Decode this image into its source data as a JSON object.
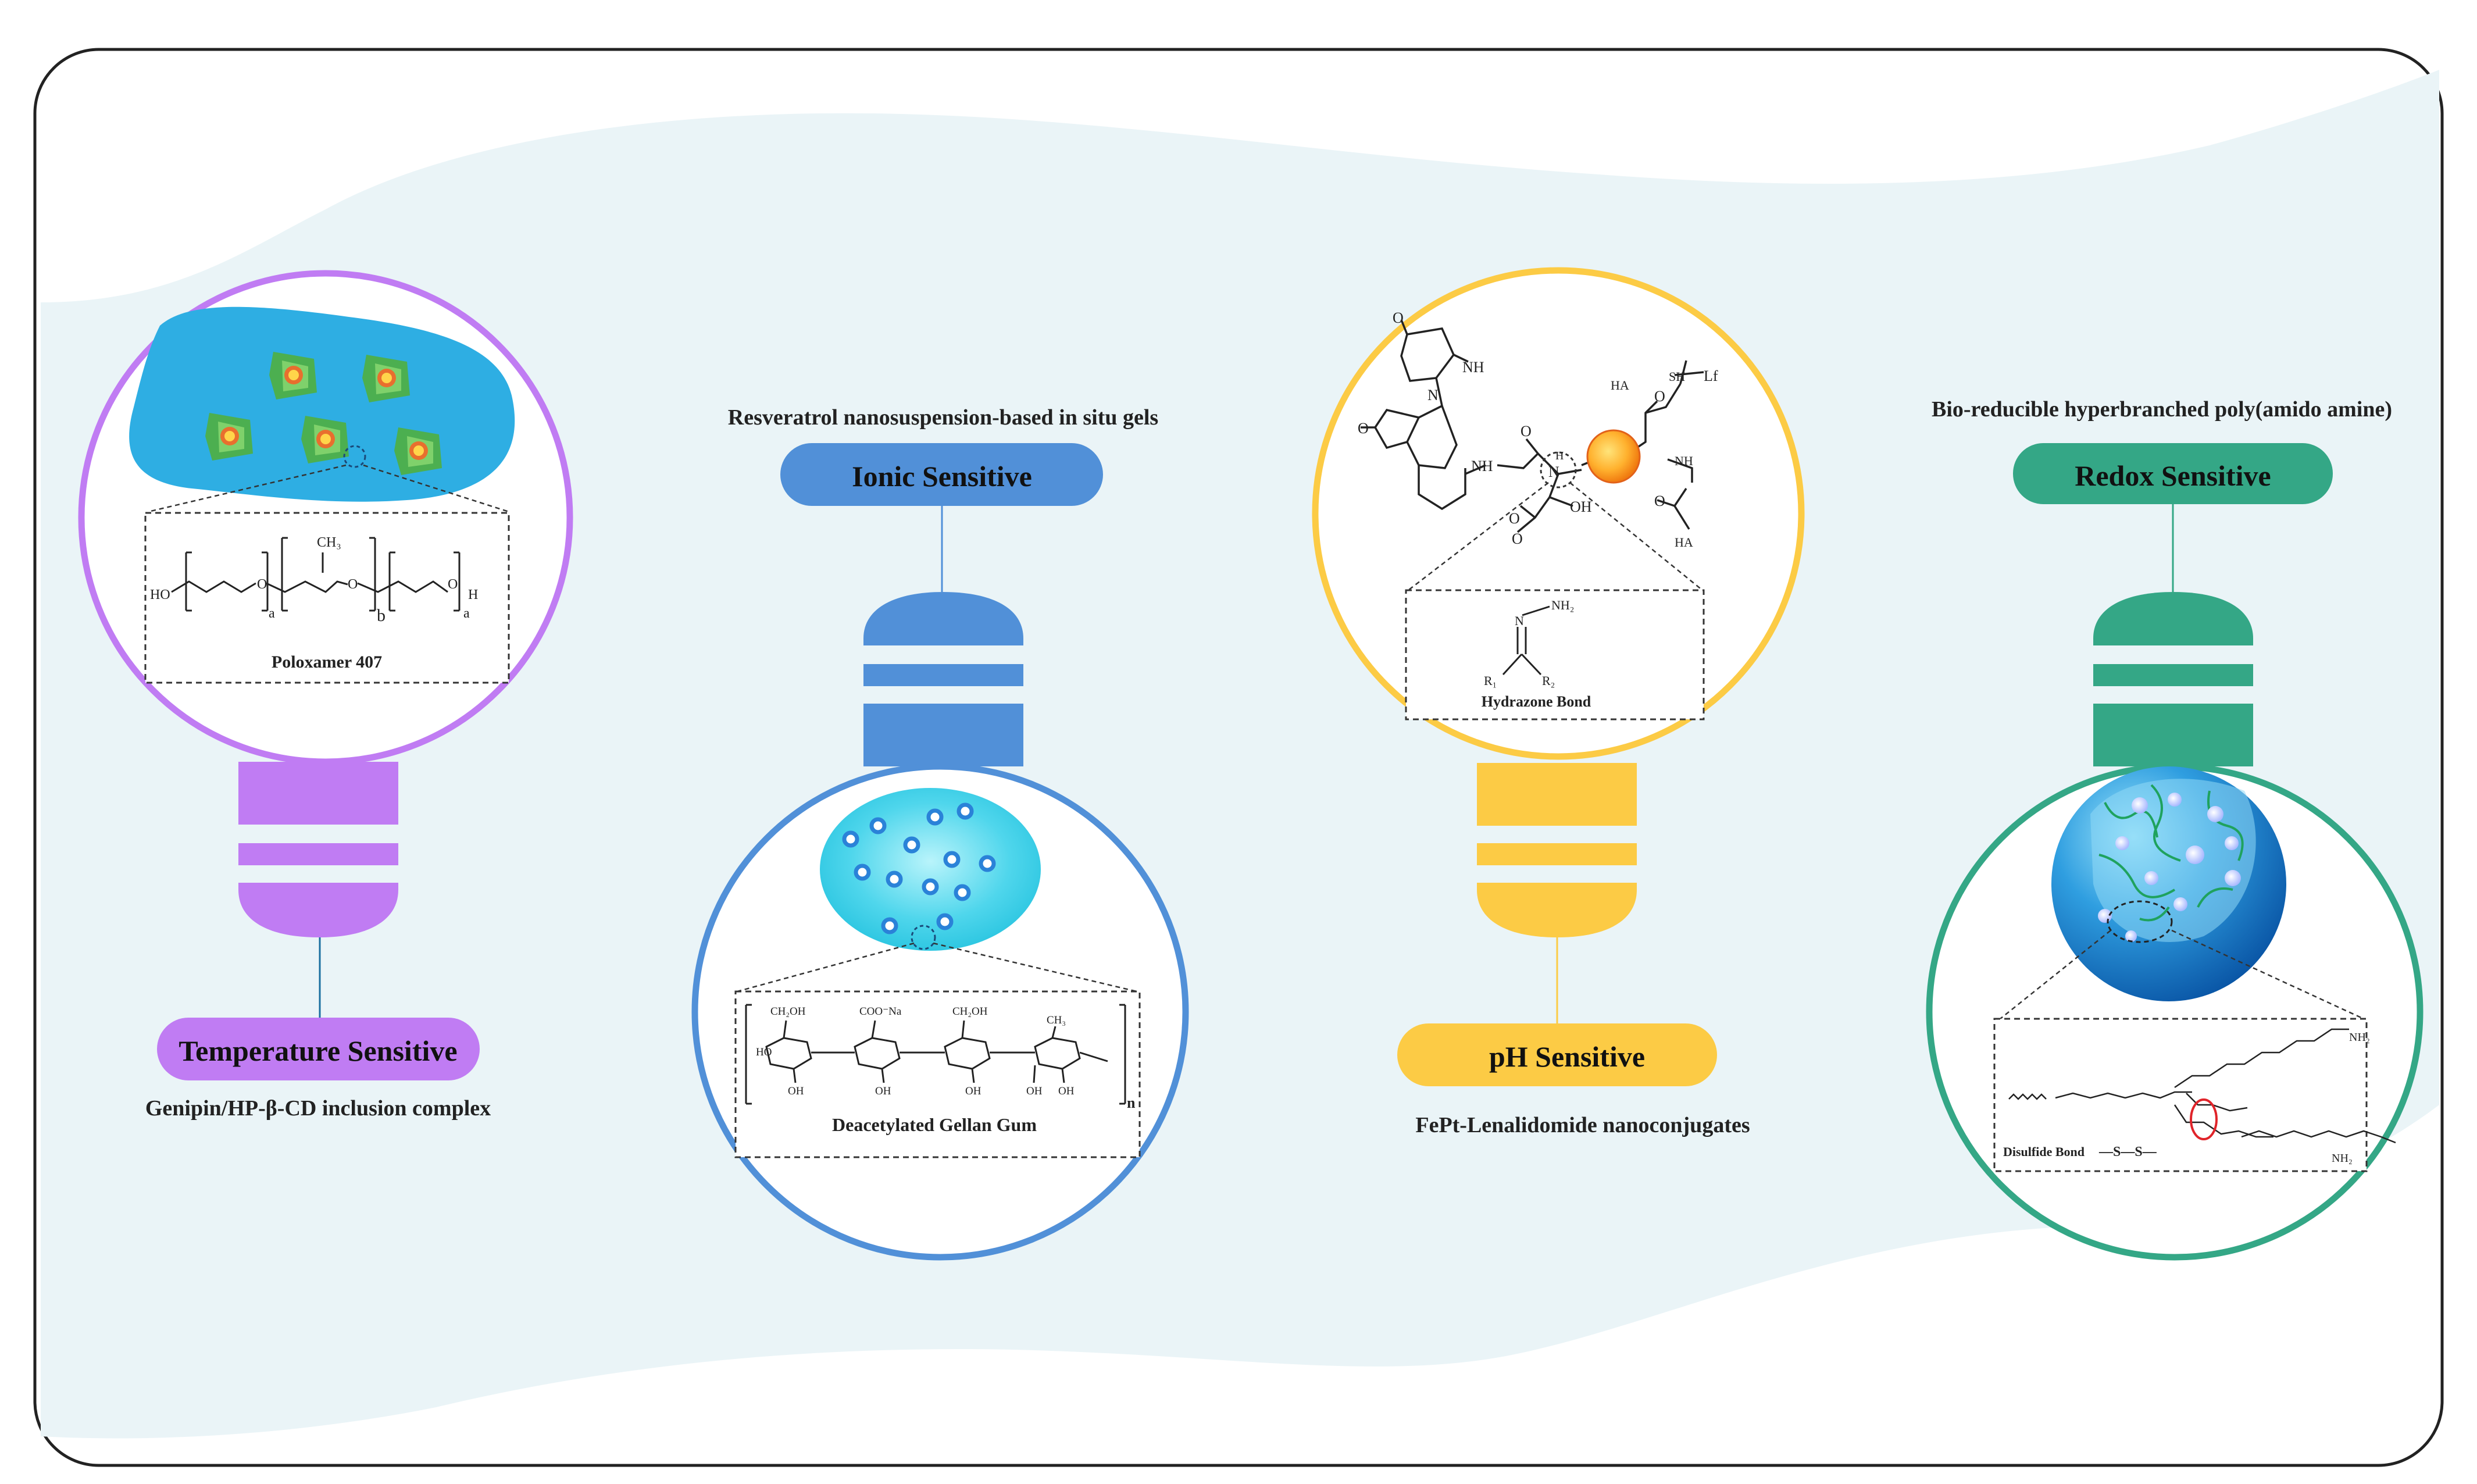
{
  "colors": {
    "frame": "#222222",
    "wave": "#eaf4f7",
    "temperature": "#c07cf3",
    "ionic": "#5190d8",
    "ph": "#fccb45",
    "redox": "#34a786"
  },
  "panels": [
    {
      "key": "temperature",
      "title": "Temperature Sensitive",
      "caption": "Genipin/HP-β-CD inclusion complex",
      "inset_label": "Poloxamer 407"
    },
    {
      "key": "ionic",
      "title": "Ionic Sensitive",
      "caption": "Resveratrol nanosuspension-based in situ gels",
      "inset_label": "Deacetylated Gellan Gum"
    },
    {
      "key": "ph",
      "title": "pH Sensitive",
      "caption": "FePt-Lenalidomide nanoconjugates",
      "inset_label": "Hydrazone Bond"
    },
    {
      "key": "redox",
      "title": "Redox Sensitive",
      "caption": "Bio-reducible hyperbranched poly(amido amine)",
      "inset_label": "Disulfide Bond"
    }
  ],
  "chem": {
    "poloxamer": {
      "ho": "HO",
      "ch3": "CH₃",
      "o": "O",
      "a": "a",
      "b": "b",
      "h": "H"
    },
    "gellan": {
      "ch2oh": "CH₂OH",
      "cooNa": "COO⁻Na",
      "oh": "OH",
      "ho": "HO",
      "ch3": "CH₃",
      "n": "n"
    },
    "hydrazone": {
      "nh2": "NH₂",
      "n": "N",
      "r1": "R₁",
      "r2": "R₂"
    },
    "lenalidomide": {
      "nh": "NH",
      "n": "N",
      "oh": "OH",
      "h": "H",
      "o": "O",
      "lf": "Lf",
      "ha": "HA",
      "sh": "SH"
    },
    "disulfide": {
      "sequence": "—S—S—",
      "nh2": "NH₂"
    }
  }
}
